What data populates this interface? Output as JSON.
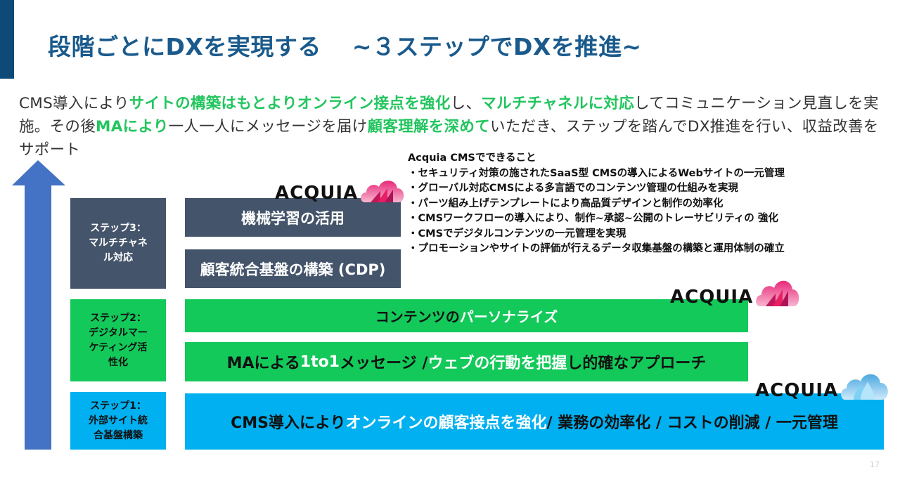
{
  "header": {
    "title_main": "段階ごとにDXを実現する",
    "title_sub": "~３ステップでDXを推進~"
  },
  "intro": {
    "segments": [
      {
        "text": "CMS導入により",
        "highlight": false
      },
      {
        "text": "サイトの構築はもとよりオンライン接点を強化",
        "highlight": true
      },
      {
        "text": "し、",
        "highlight": false
      },
      {
        "text": "マルチチャネルに対応",
        "highlight": true
      },
      {
        "text": "してコミュニケーション見直しを実施。その後",
        "highlight": false
      },
      {
        "text": "MAにより",
        "highlight": true
      },
      {
        "text": "一人一人にメッセージを届け",
        "highlight": false
      },
      {
        "text": "顧客理解を深めて",
        "highlight": true
      },
      {
        "text": "いただき、ステップを踏んでDX推進を行い、収益改善をサポート",
        "highlight": false
      }
    ],
    "highlight_color": "#22c55e"
  },
  "features": {
    "title": "Acquia CMSでできること",
    "items": [
      "・セキュリティ対策の施されたSaaS型 CMSの導入によるWebサイトの一元管理",
      "・グローバル対応CMSによる多言語でのコンテンツ管理の仕組みを実現",
      "・パーツ組み上げテンプレートにより高品質デザインと制作の効率化",
      "・CMSワークフローの導入により、制作~承認~公開のトレーサビリティの 強化",
      "・CMSでデジタルコンテンツの一元管理を実現",
      "・プロモーションやサイトの評価が行えるデータ収集基盤の構築と運用体制の確立"
    ]
  },
  "steps": [
    {
      "id": "step3",
      "lines": [
        "ステップ3：",
        "マルチチャネ",
        "ル対応"
      ],
      "color": "#44546a"
    },
    {
      "id": "step2",
      "lines": [
        "ステップ2：",
        "デジタルマー",
        "ケティング活",
        "性化"
      ],
      "color": "#13c95a"
    },
    {
      "id": "step1",
      "lines": [
        "ステップ1：",
        "外部サイト統",
        "合基盤構築"
      ],
      "color": "#00b0f0"
    }
  ],
  "bars": {
    "ml": {
      "parts": [
        {
          "t": "機械学習の活用",
          "white": true
        }
      ]
    },
    "cdp": {
      "parts": [
        {
          "t": "顧客統合基盤の構築 (CDP)",
          "white": true
        }
      ]
    },
    "perso": {
      "parts": [
        {
          "t": "コンテンツの",
          "white": false
        },
        {
          "t": "パーソナライズ",
          "white": true
        }
      ]
    },
    "ma": {
      "parts": [
        {
          "t": "MAによる",
          "white": false
        },
        {
          "t": "1to1",
          "white": true
        },
        {
          "t": "メッセージ / ",
          "white": false
        },
        {
          "t": "ウェブの行動を把握",
          "white": true
        },
        {
          "t": "し的確なアプローチ",
          "white": false
        }
      ]
    },
    "cms": {
      "parts": [
        {
          "t": "CMS導入により",
          "white": false
        },
        {
          "t": "オンラインの顧客接点を強化",
          "white": true
        },
        {
          "t": " / 業務の効率化 / コストの削減 / 一元管理",
          "white": false
        }
      ]
    }
  },
  "logos": {
    "wordmark": "ACQUIA",
    "pink": "#e8297a",
    "blue": "#4aa8e0"
  },
  "colors": {
    "accent_bar": "#0e4a78",
    "title": "#1a5a8c",
    "arrow": "#4472c4"
  },
  "page_number": "17"
}
